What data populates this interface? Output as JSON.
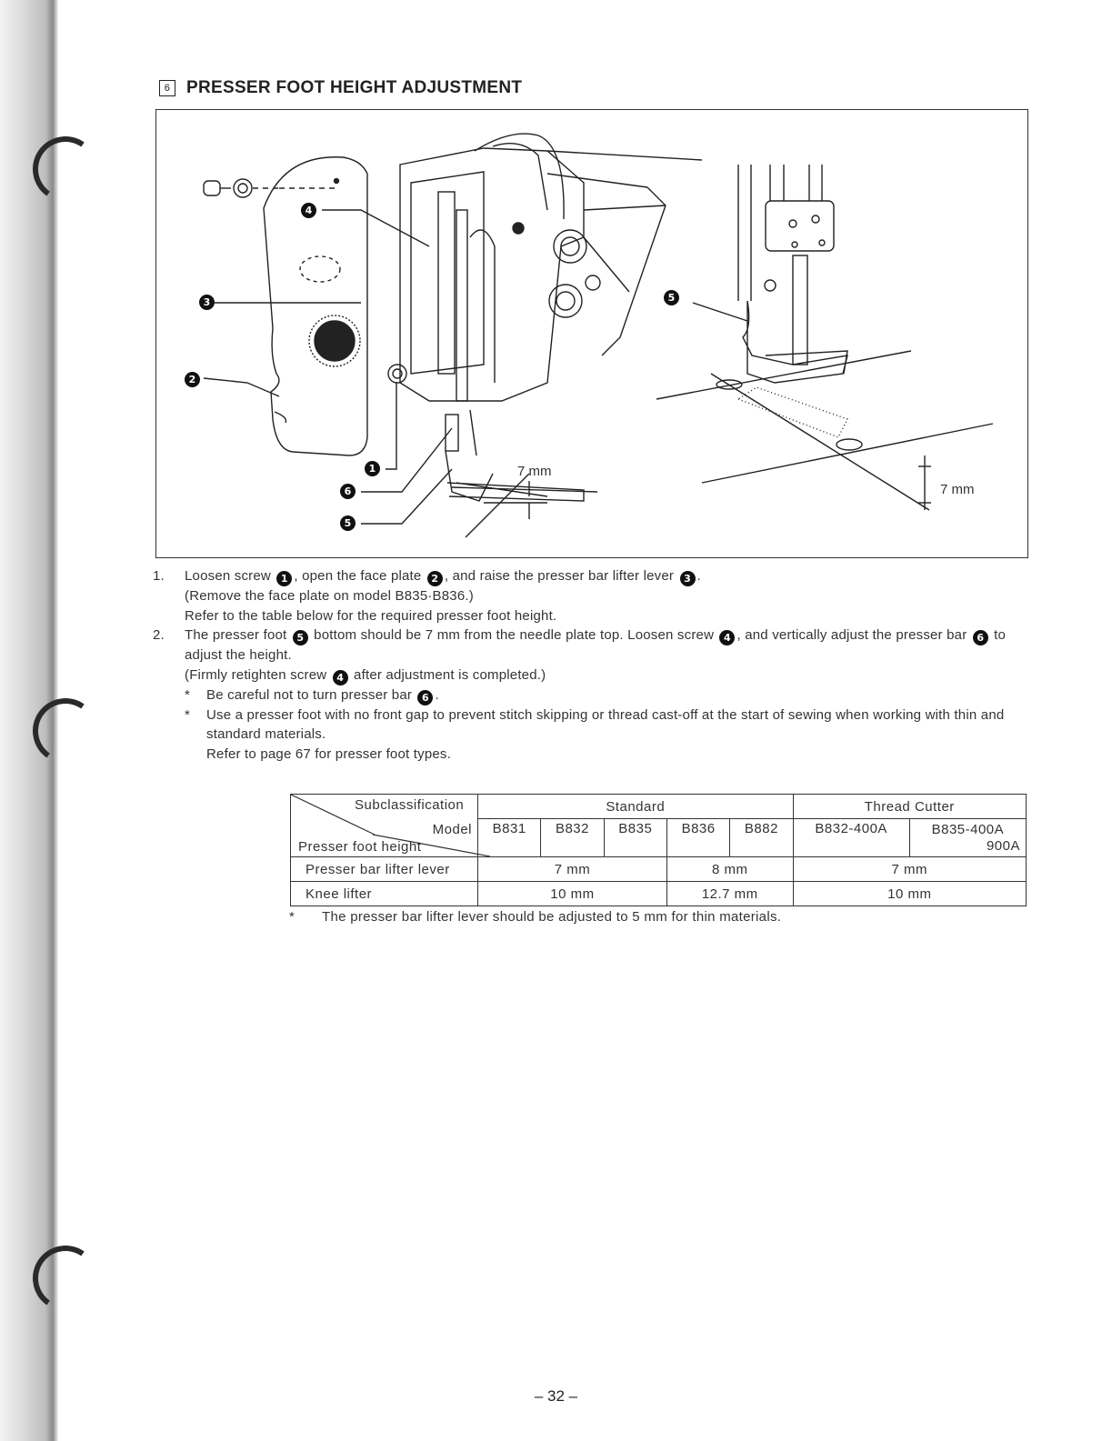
{
  "section": {
    "number": "6",
    "title": "PRESSER FOOT HEIGHT ADJUSTMENT"
  },
  "figure": {
    "dimension_left": "7 mm",
    "dimension_right": "7 mm",
    "callouts": [
      "4",
      "3",
      "2",
      "1",
      "6",
      "5",
      "5"
    ]
  },
  "steps": [
    {
      "num": "1.",
      "lines": [
        {
          "parts": [
            "Loosen screw ",
            "1",
            ", open the face plate ",
            "2",
            ", and raise the presser bar lifter lever ",
            "3",
            "."
          ]
        },
        {
          "parts": [
            "(Remove the face plate on model B835·B836.)"
          ]
        },
        {
          "parts": [
            "Refer to the table below for the required presser foot height."
          ]
        }
      ]
    },
    {
      "num": "2.",
      "lines": [
        {
          "parts": [
            "The presser foot ",
            "5",
            " bottom should be 7 mm from the needle plate top. Loosen screw ",
            "4",
            ", and vertically adjust the presser bar ",
            "6",
            " to adjust the height."
          ]
        },
        {
          "parts": [
            "(Firmly retighten screw ",
            "4",
            " after adjustment is completed.)"
          ]
        }
      ]
    }
  ],
  "notes": [
    {
      "star": "*",
      "text_before": "Be careful not to turn presser bar ",
      "callout": "6",
      "text_after": "."
    },
    {
      "star": "*",
      "text": "Use a presser foot with no front gap to prevent stitch skipping or thread cast-off at the start of sewing when working with thin and standard materials."
    }
  ],
  "notes_extra": "Refer to page 67 for presser foot types.",
  "table": {
    "subclassification": "Subclassification",
    "group_standard": "Standard",
    "group_thread_cutter": "Thread Cutter",
    "model_label": "Model",
    "height_label": "Presser foot height",
    "models": [
      "B831",
      "B832",
      "B835",
      "B836",
      "B882",
      "B832-400A"
    ],
    "last_model": "B835-400A",
    "last_model_sub": "900A",
    "row_lever": {
      "label": "Presser bar lifter lever",
      "v1": "7 mm",
      "v2": "8 mm",
      "v3": "7 mm"
    },
    "row_knee": {
      "label": "Knee lifter",
      "v1": "10 mm",
      "v2": "12.7 mm",
      "v3": "10 mm"
    }
  },
  "table_note": {
    "star": "*",
    "text": "The presser bar lifter lever should be adjusted to 5 mm for thin materials."
  },
  "page_number": "– 32 –"
}
